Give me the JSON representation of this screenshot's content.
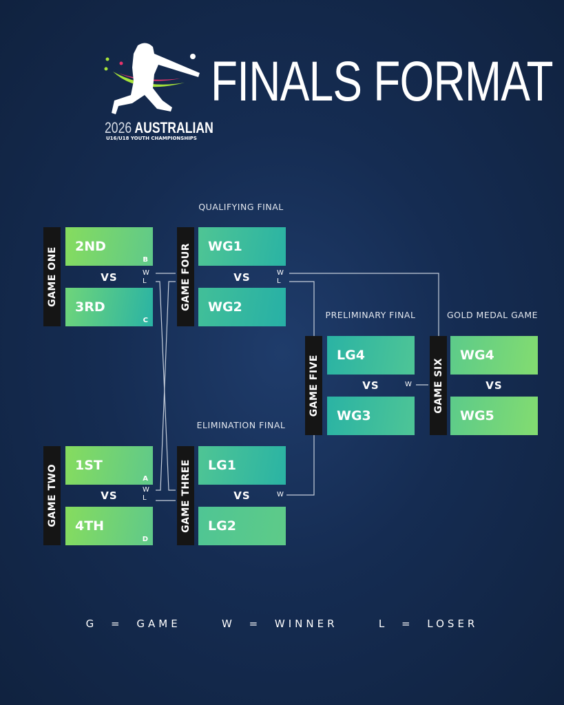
{
  "header": {
    "title": "FINALS FORMAT",
    "logo_year": "2026",
    "logo_name": "AUSTRALIAN",
    "logo_sub": "U16/U18 YOUTH CHAMPIONSHIPS"
  },
  "games": [
    {
      "name": "GAME ONE",
      "top": "2ND",
      "top_seed": "B",
      "bottom": "3RD",
      "bottom_seed": "C"
    },
    {
      "name": "GAME TWO",
      "top": "1ST",
      "top_seed": "A",
      "bottom": "4TH",
      "bottom_seed": "D"
    },
    {
      "name": "GAME THREE",
      "label": "ELIMINATION FINAL",
      "top": "LG1",
      "bottom": "LG2"
    },
    {
      "name": "GAME FOUR",
      "label": "QUALIFYING FINAL",
      "top": "WG1",
      "bottom": "WG2"
    },
    {
      "name": "GAME FIVE",
      "label": "PRELIMINARY FINAL",
      "top": "LG4",
      "bottom": "WG3"
    },
    {
      "name": "GAME SIX",
      "label": "GOLD MEDAL GAME",
      "top": "WG4",
      "bottom": "WG5"
    }
  ],
  "vs": "VS",
  "w": "W",
  "l": "L",
  "legend": "G = GAME   W = WINNER   L = LOSER",
  "colors": {
    "background": "#152c52",
    "bar": "#151515",
    "green": "#86dc5e",
    "teal": "#2ab3a4"
  }
}
